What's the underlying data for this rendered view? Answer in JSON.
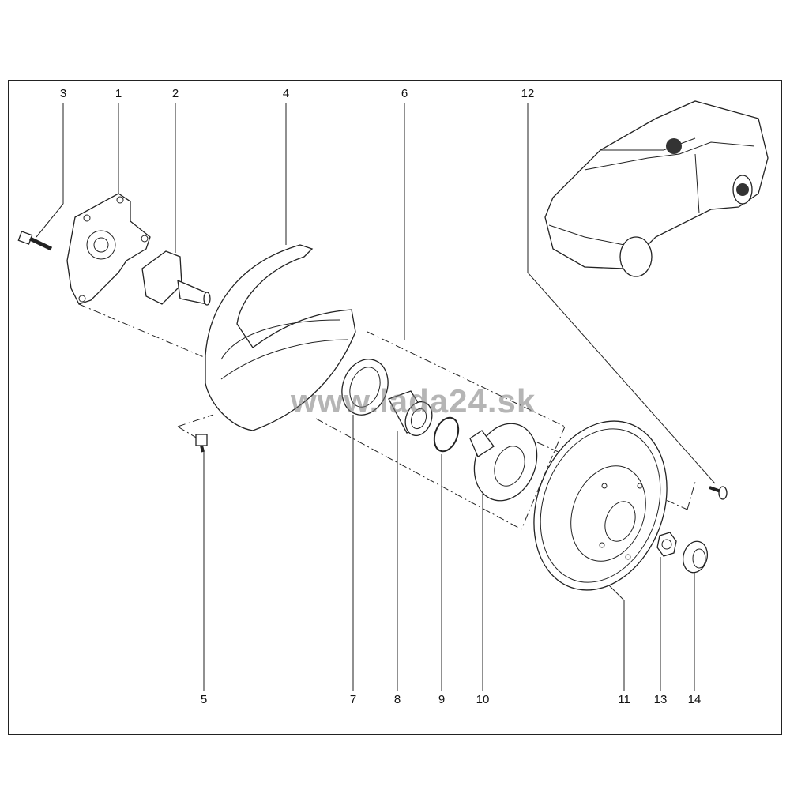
{
  "watermark": "www.lada24.sk",
  "callouts_top": [
    "3",
    "1",
    "2",
    "4",
    "6",
    "12"
  ],
  "callouts_bottom": [
    "5",
    "7",
    "8",
    "9",
    "10",
    "11",
    "13",
    "14"
  ]
}
